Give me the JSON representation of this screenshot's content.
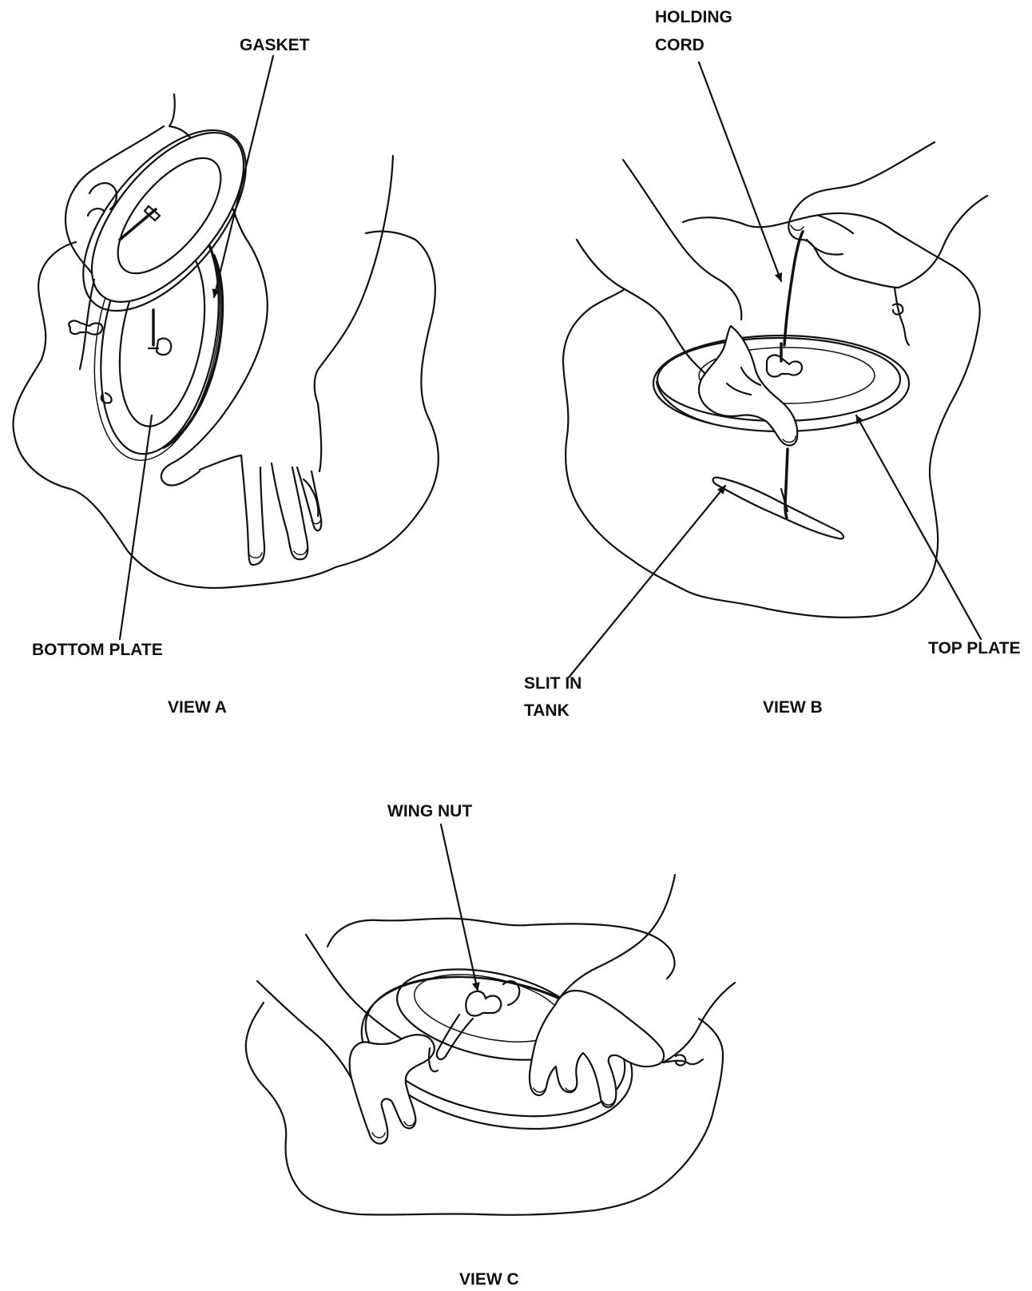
{
  "figure": {
    "views": [
      {
        "id": "A",
        "caption": "VIEW A",
        "labels": {
          "gasket": "GASKET",
          "bottom_plate": "BOTTOM PLATE"
        }
      },
      {
        "id": "B",
        "caption": "VIEW B",
        "labels": {
          "holding_cord_line1": "HOLDING",
          "holding_cord_line2": "CORD",
          "slit_line1": "SLIT IN",
          "slit_line2": "TANK",
          "top_plate": "TOP PLATE"
        }
      },
      {
        "id": "C",
        "caption": "VIEW C",
        "labels": {
          "wing_nut": "WING NUT"
        }
      }
    ]
  }
}
